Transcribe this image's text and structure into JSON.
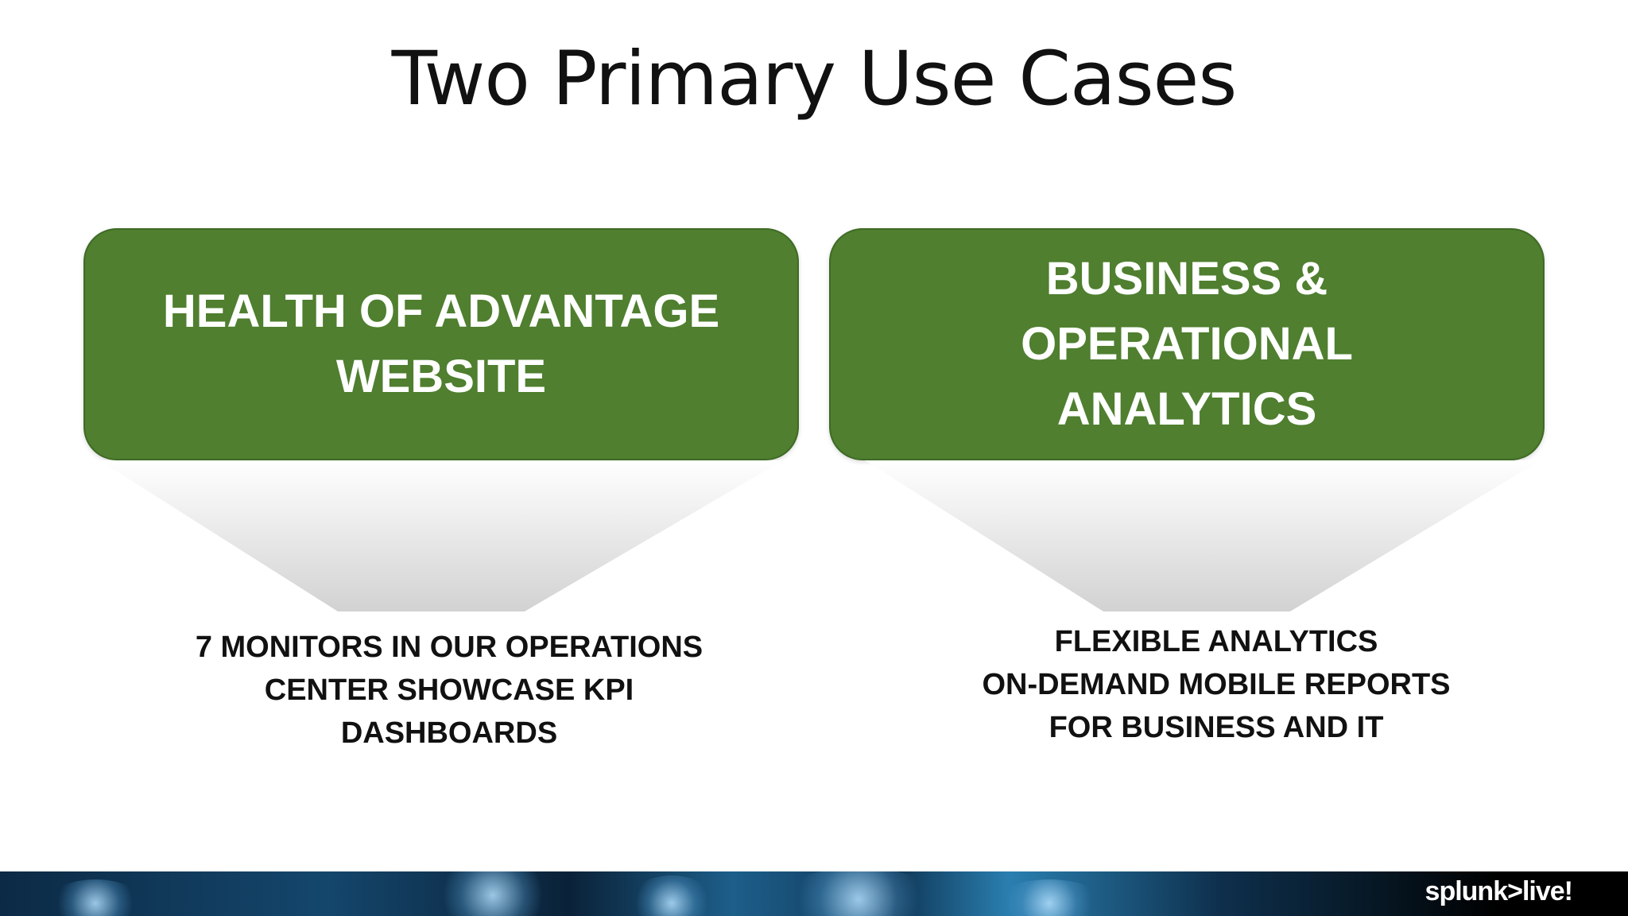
{
  "slide": {
    "title": "Two Primary Use Cases"
  },
  "cards": [
    {
      "heading_line1": "HEALTH OF ADVANTAGE",
      "heading_line2": "WEBSITE",
      "description": [
        "7 MONITORS IN OUR OPERATIONS",
        "CENTER SHOWCASE KPI",
        "DASHBOARDS"
      ]
    },
    {
      "heading_line1": "BUSINESS & OPERATIONAL",
      "heading_line2": "ANALYTICS",
      "description": [
        "FLEXIBLE ANALYTICS",
        "ON-DEMAND MOBILE REPORTS",
        "FOR BUSINESS AND IT"
      ]
    }
  ],
  "footer": {
    "logo_text": "splunk>live!"
  },
  "colors": {
    "card_fill": "#4f7f2f",
    "card_border": "#3f6b25",
    "text_dark": "#111111",
    "text_light": "#ffffff"
  }
}
